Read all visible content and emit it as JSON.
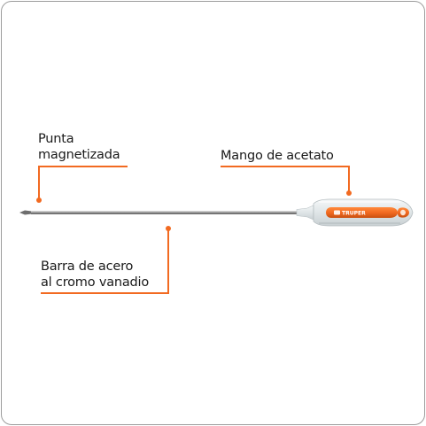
{
  "callouts": {
    "tip": {
      "line1": "Punta",
      "line2": "magnetizada"
    },
    "handle": {
      "line1": "Mango de acetato"
    },
    "bar": {
      "line1": "Barra de acero",
      "line2": "al cromo vanadio"
    }
  },
  "product": {
    "brand": "TRUPER",
    "type": "screwdriver-icon"
  },
  "colors": {
    "accent": "#f26a21",
    "text": "#1a1a1a",
    "border": "#9c9c9c"
  }
}
